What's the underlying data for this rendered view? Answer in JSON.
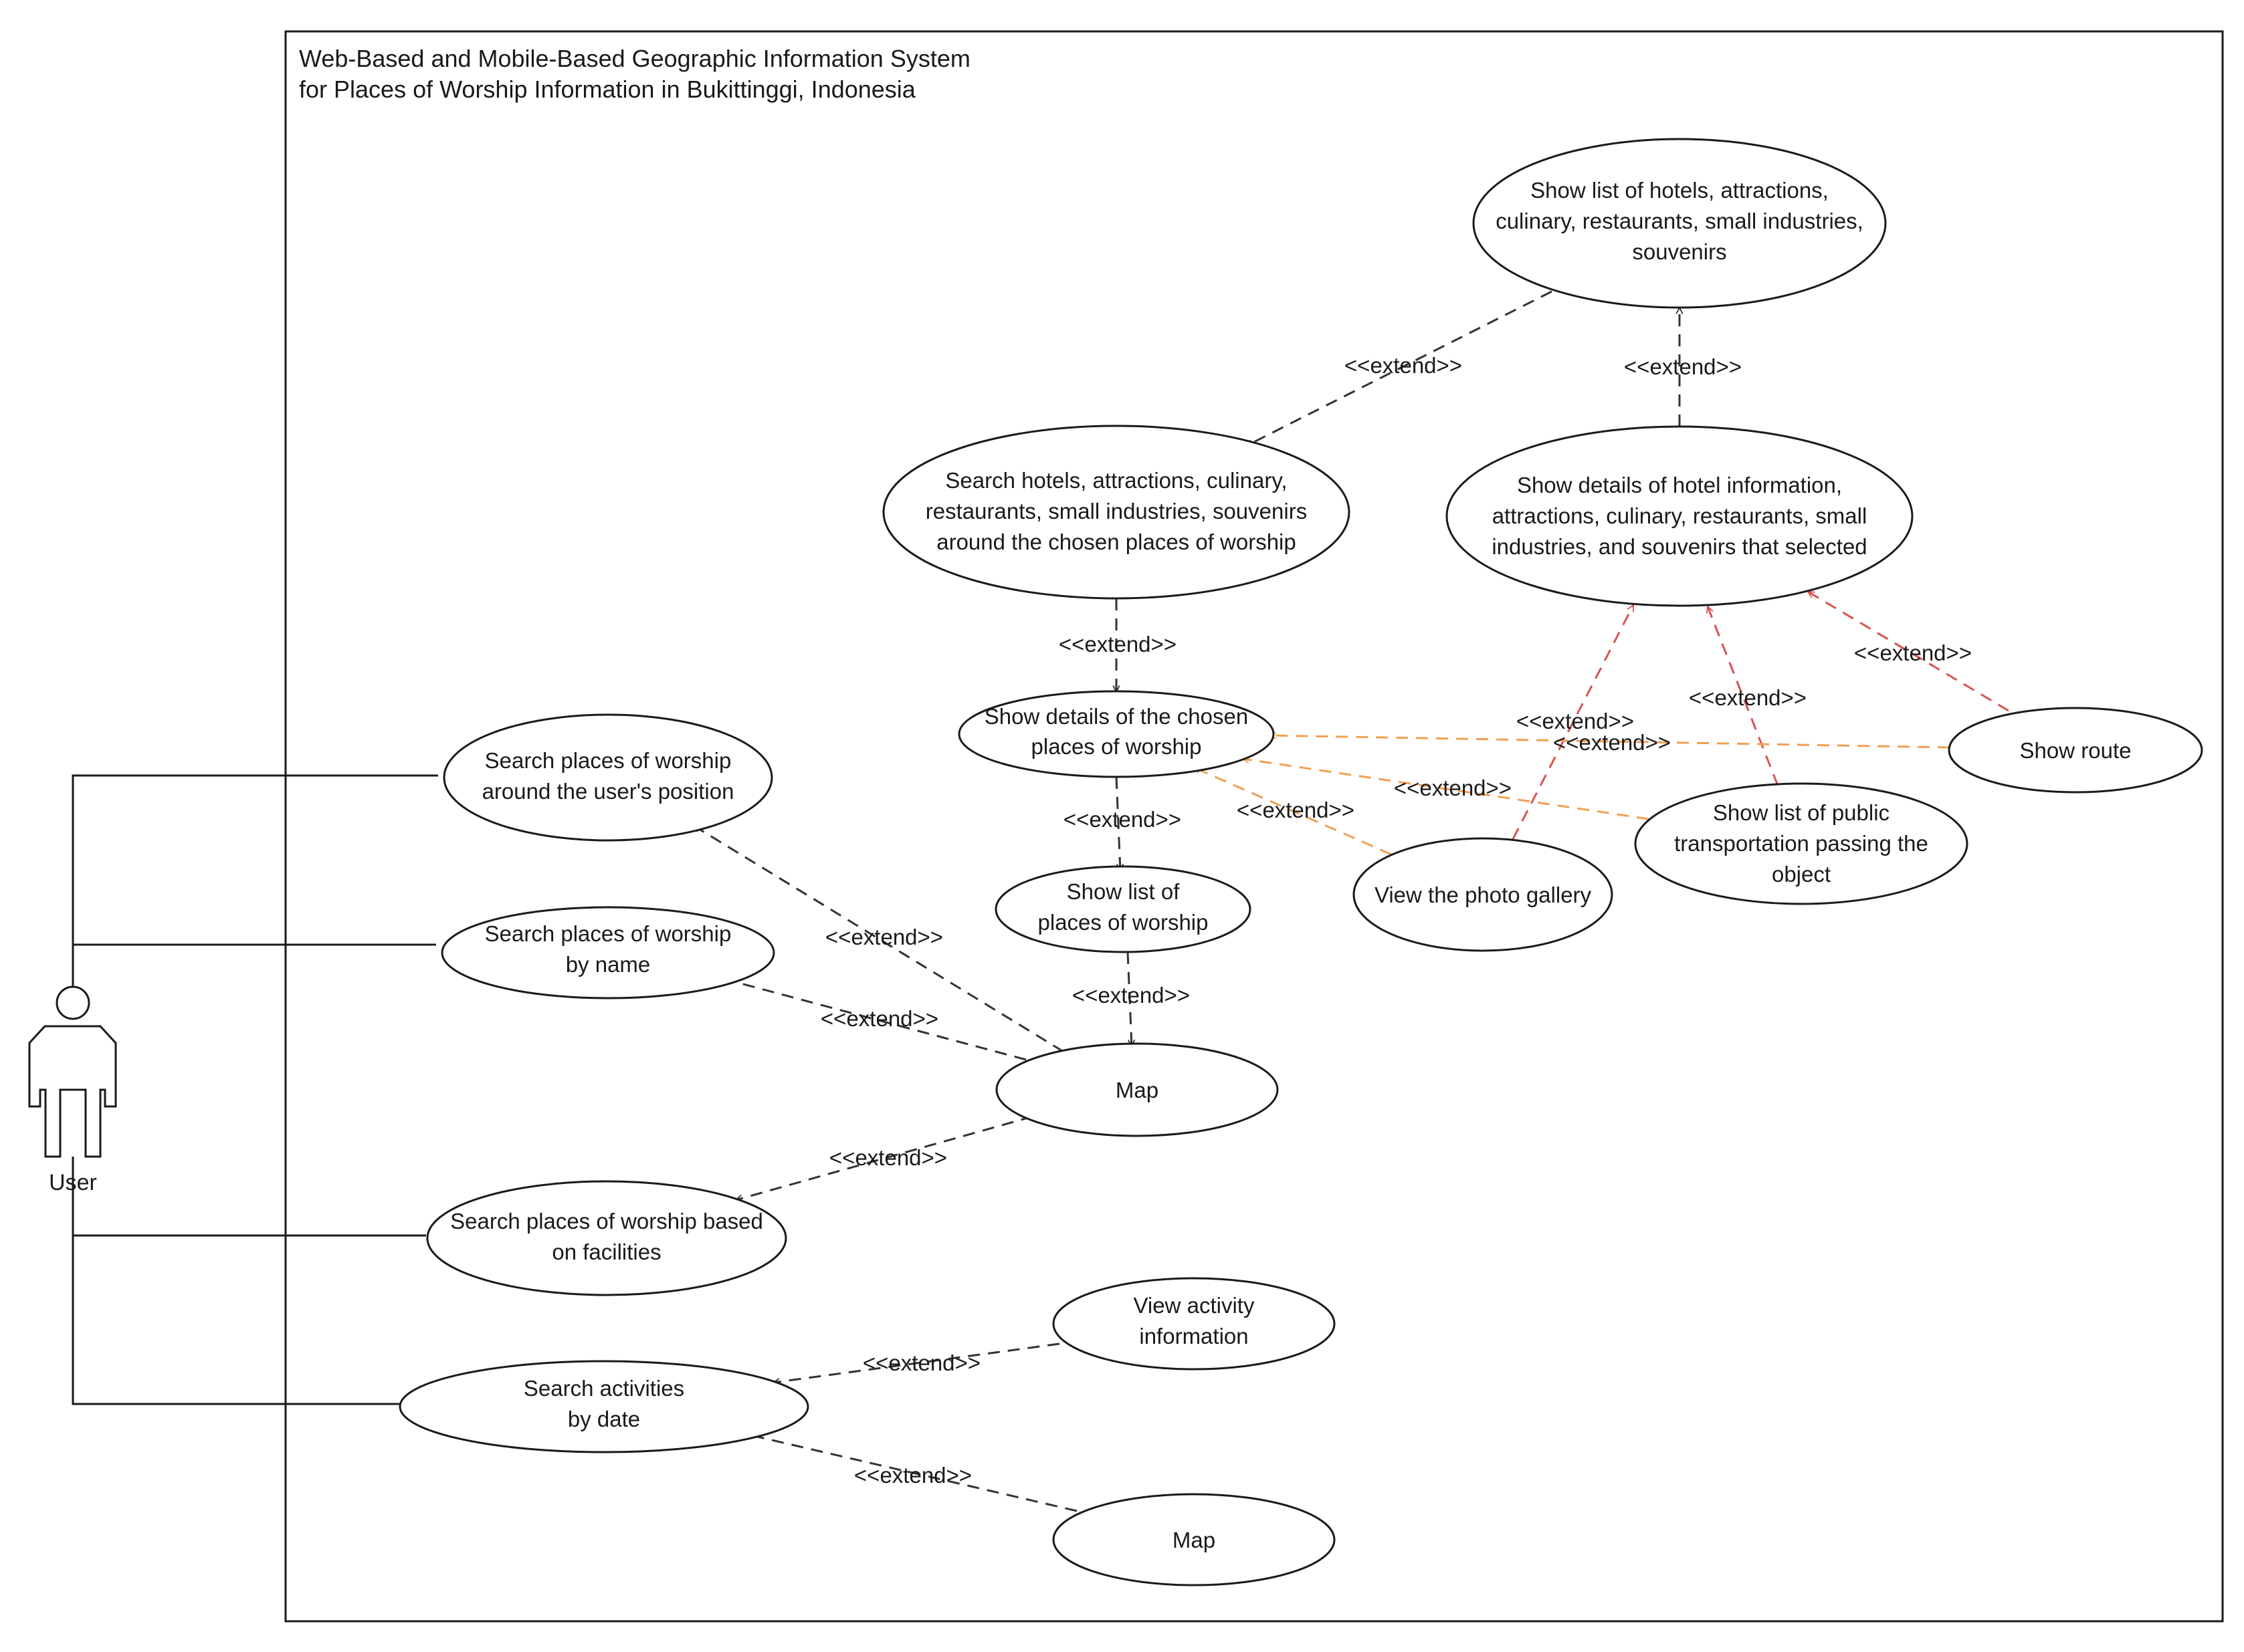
{
  "system": {
    "title_line1": "Web-Based and Mobile-Based Geographic Information System",
    "title_line2": "for Places of Worship Information in Bukittinggi, Indonesia"
  },
  "actor": {
    "label": "User"
  },
  "use_cases": {
    "uc_show_list_hotels": [
      "Show list of hotels, attractions,",
      "culinary, restaurants, small industries,",
      "souvenirs"
    ],
    "uc_search_hotels": [
      "Search hotels, attractions, culinary,",
      "restaurants, small industries, souvenirs",
      "around the chosen places of worship"
    ],
    "uc_show_details_hotel": [
      "Show details of hotel information,",
      "attractions, culinary, restaurants, small",
      "industries, and souvenirs that selected"
    ],
    "uc_show_details_worship": [
      "Show details of the chosen",
      "places of worship"
    ],
    "uc_show_route": [
      "Show route"
    ],
    "uc_search_around_user": [
      "Search places of worship",
      "around the user's position"
    ],
    "uc_show_list_public_transport": [
      "Show list of public",
      "transportation passing the",
      "object"
    ],
    "uc_view_photo_gallery": [
      "View the photo gallery"
    ],
    "uc_show_list_worship": [
      "Show list of",
      "places of worship"
    ],
    "uc_search_by_name": [
      "Search places of worship",
      "by name"
    ],
    "uc_map": [
      "Map"
    ],
    "uc_search_by_facilities": [
      "Search places of worship based",
      "on facilities"
    ],
    "uc_view_activity_info": [
      "View activity",
      "information"
    ],
    "uc_search_activities_by_date": [
      "Search activities",
      "by date"
    ],
    "uc_map_2": [
      "Map"
    ]
  },
  "relation_label": "<<extend>>",
  "colors": {
    "line": "#1a1a1a",
    "extend_black": "#333333",
    "extend_red": "#d9534f",
    "extend_orange": "#f0a050"
  }
}
